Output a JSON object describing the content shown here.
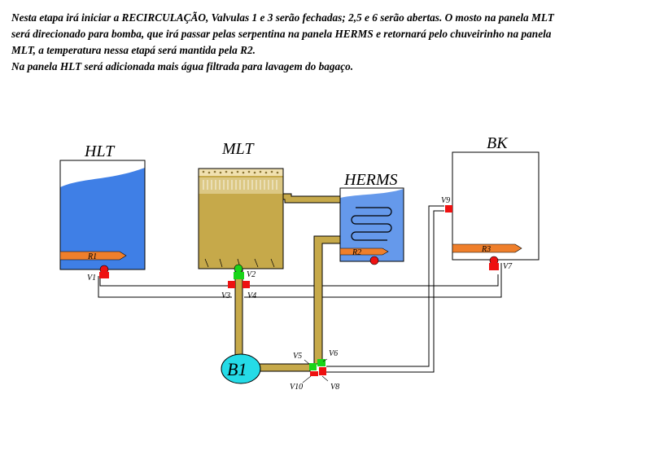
{
  "description_lines": [
    "Nesta etapa irá iniciar a RECIRCULAÇÃO, Valvulas 1 e 3 serão fechadas; 2,5 e 6 serão abertas. O mosto na panela MLT",
    "será direcionado para bomba, que irá passar pelas serpentina na panela HERMS e retornará pelo chuveirinho na panela",
    "MLT, a temperatura nessa etapá será mantida pela R2.",
    "Na panela HLT será adicionada mais água filtrada para lavagem do bagaço."
  ],
  "vessels": {
    "hlt": {
      "name": "HLT",
      "resistor": "R1"
    },
    "mlt": {
      "name": "MLT"
    },
    "herms": {
      "name": "HERMS",
      "resistor": "R2"
    },
    "bk": {
      "name": "BK",
      "resistor": "R3"
    }
  },
  "pump": {
    "name": "B1"
  },
  "valves": {
    "v1": {
      "label": "V1",
      "state": "closed"
    },
    "v2": {
      "label": "V2",
      "state": "open"
    },
    "v3": {
      "label": "V3",
      "state": "closed"
    },
    "v4": {
      "label": "V4",
      "state": "closed"
    },
    "v5": {
      "label": "V5",
      "state": "open"
    },
    "v6": {
      "label": "V6",
      "state": "open"
    },
    "v7": {
      "label": "V7",
      "state": "closed"
    },
    "v8": {
      "label": "V8",
      "state": "closed"
    },
    "v9": {
      "label": "V9",
      "state": "closed"
    },
    "v10": {
      "label": "V10",
      "state": "closed"
    }
  },
  "colors": {
    "water": "#3f7fe6",
    "wort": "#c6a94a",
    "valve_open": "#19d419",
    "valve_closed": "#ee1111",
    "heater": "#ef7f2b",
    "pump": "#25dbe7"
  }
}
